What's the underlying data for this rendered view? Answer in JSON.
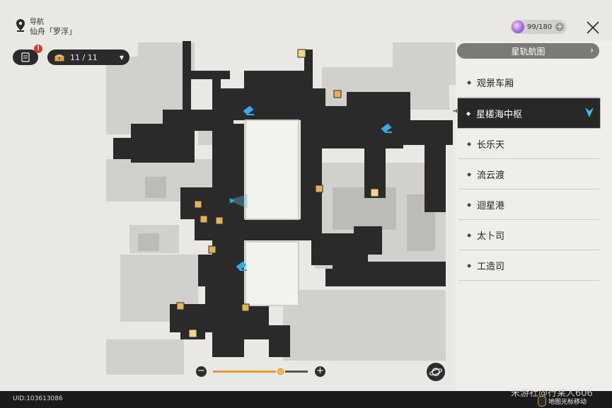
{
  "header": {
    "title": "导航",
    "location": "仙舟「罗浮」"
  },
  "toolbar": {
    "book_badge": "!",
    "chest_count": "11 / 11"
  },
  "stamina": {
    "value": "99/180",
    "plus": "+"
  },
  "panel": {
    "title": "星轨航图",
    "areas": [
      {
        "label": "观景车厢"
      },
      {
        "label": "星槎海中枢"
      },
      {
        "label": "长乐天"
      },
      {
        "label": "流云渡"
      },
      {
        "label": "迴星港"
      },
      {
        "label": "太卜司"
      },
      {
        "label": "工造司"
      }
    ],
    "active_index": 1
  },
  "zoom": {
    "minus": "−",
    "plus": "+",
    "level": 0.71
  },
  "footer": {
    "uid": "UID:103613086",
    "watermark": "米游社@行某人606",
    "hint": "地图光标移动"
  },
  "colors": {
    "accent": "#e29a3a",
    "teleport": "#38a9e8",
    "marker": "#e3b15a",
    "path": "#2a2a2a"
  }
}
